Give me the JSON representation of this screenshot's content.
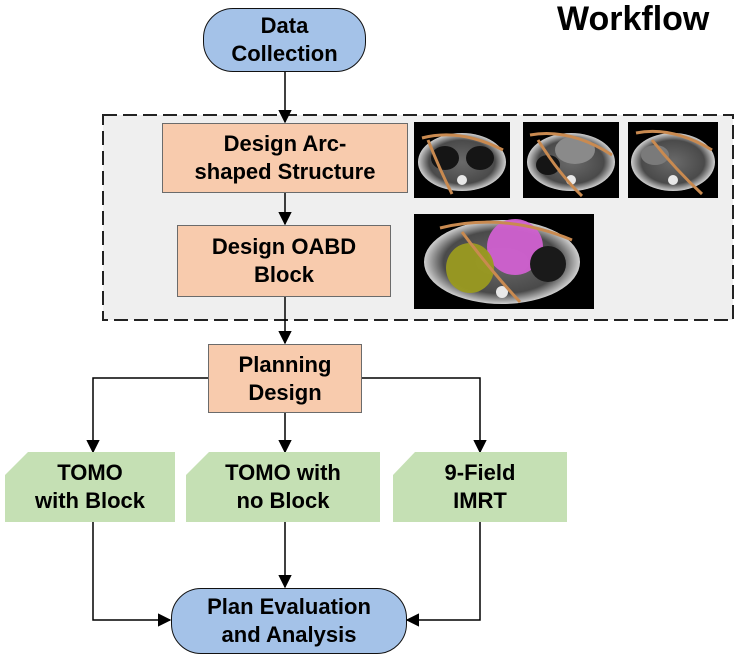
{
  "title": "Workflow",
  "nodes": {
    "data_collection": [
      "Data",
      "Collection"
    ],
    "design_arc": [
      "Design Arc-",
      "shaped Structure"
    ],
    "design_oabd": [
      "Design OABD",
      "Block"
    ],
    "planning_design": [
      "Planning",
      "Design"
    ],
    "tomo_block": [
      "TOMO",
      "with Block"
    ],
    "tomo_no_block": [
      "TOMO with",
      "no Block"
    ],
    "imrt": [
      "9-Field",
      "IMRT"
    ],
    "plan_eval": [
      "Plan Evaluation",
      "and Analysis"
    ]
  },
  "colors": {
    "terminal_fill": "#a4c2e8",
    "process_fill": "#f8cbad",
    "method_fill": "#c5e0b4",
    "group_fill": "#efefef",
    "pink_structure": "#d060d0",
    "yellow_structure": "#9a9a20",
    "arc_orange": "#c98a50"
  },
  "icons": [
    "ct-scan-axial-slice"
  ]
}
